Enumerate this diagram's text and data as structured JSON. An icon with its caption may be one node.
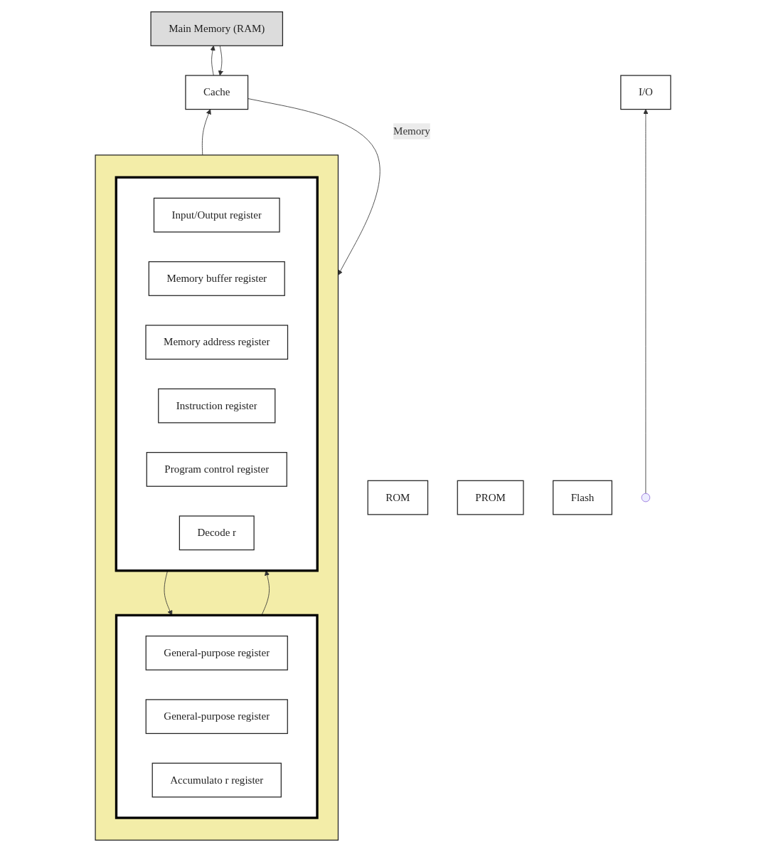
{
  "diagram": {
    "nodes": [
      {
        "text": [
          "ROM"
        ]
      },
      {
        "text": [
          "PROM"
        ]
      },
      {
        "text": [
          "Flash"
        ]
      },
      {
        "text": [
          "Main Memory (RAM)"
        ]
      },
      {
        "text": [
          "Cache"
        ]
      },
      {
        "text": [],
        "shape": "box"
      },
      {
        "text": [],
        "shape": "box",
        "in": 5
      },
      {
        "text": [
          "Decode r"
        ],
        "in": 6
      },
      {
        "text": [
          "Program control register"
        ],
        "in": 6
      },
      {
        "text": [
          "Instruction register"
        ],
        "in": 6
      },
      {
        "text": [
          "Memory address register"
        ],
        "in": 6
      },
      {
        "text": [
          "Memory buffer register"
        ],
        "in": 6
      },
      {
        "text": [
          "Input/Output register"
        ],
        "in": 6
      },
      {
        "text": [],
        "shape": "box",
        "in": 5
      },
      {
        "text": [
          "Accumulato r register"
        ],
        "in": 13
      },
      {
        "text": [
          "General-purpose register"
        ],
        "in": 13
      },
      {
        "text": [
          "General-purpose register"
        ],
        "in": 13
      },
      {
        "text": [
          "I/O"
        ]
      }
    ],
    "edges": [
      {
        "from": 4,
        "to": 3,
        "arrow": "to"
      },
      {
        "from": 3,
        "to": 4,
        "arrow": "to"
      },
      {
        "from": 5,
        "to": 4,
        "arrow": "to"
      },
      {
        "from": 4,
        "to": 5,
        "arrow": "to",
        "label": "Memory"
      },
      {
        "from": 6,
        "to": 13,
        "arrow": "to"
      },
      {
        "from": 13,
        "to": 6,
        "arrow": "to"
      },
      {
        "from": null,
        "to": 17,
        "arrow": "to"
      }
    ]
  }
}
